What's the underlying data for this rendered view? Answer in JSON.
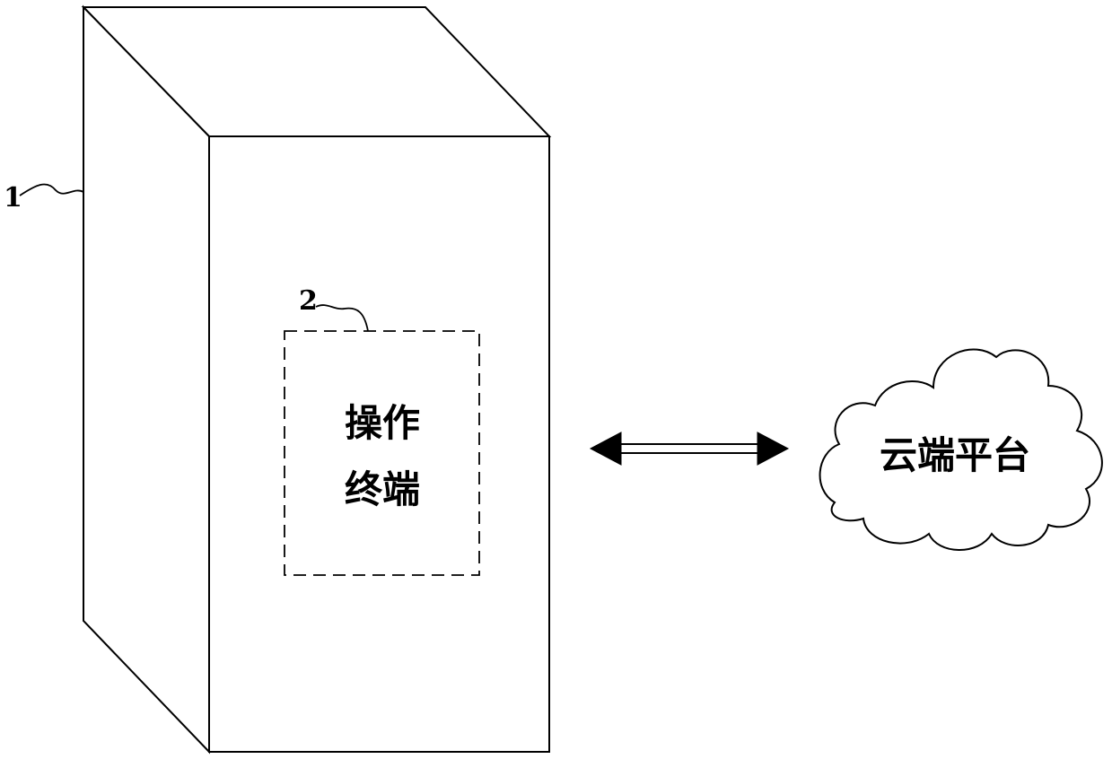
{
  "cabinet": {
    "reference_number": "1"
  },
  "operation_terminal": {
    "reference_number": "2",
    "label_line1": "操作",
    "label_line2": "终端"
  },
  "cloud_platform": {
    "label": "云端平台"
  },
  "connection": {
    "type": "bidirectional-arrow"
  },
  "colors": {
    "line": "#000000",
    "background": "#ffffff"
  }
}
